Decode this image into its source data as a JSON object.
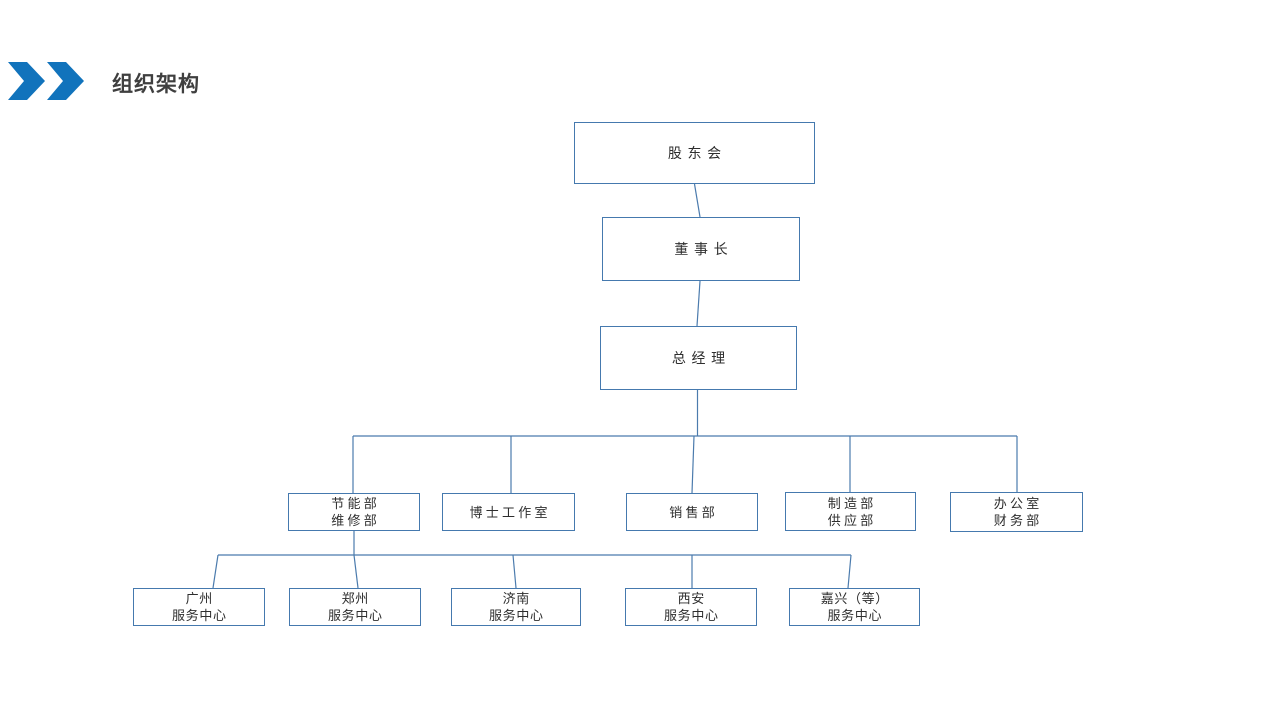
{
  "slide": {
    "title": "组织架构"
  },
  "colors": {
    "chevron_blue": "#1173bc",
    "box_border": "#4579ae",
    "connector_line": "#4b7bad",
    "title_text": "#3f3f3f",
    "node_text": "#2e2e2e",
    "background": "#ffffff"
  },
  "org_chart": {
    "nodes": {
      "shareholders": {
        "label": "股东会"
      },
      "chairman": {
        "label": "董事长"
      },
      "general_manager": {
        "label": "总经理"
      },
      "dept_energy_maintenance": {
        "line1": "节能部",
        "line2": "维修部"
      },
      "dept_doctor_studio": {
        "label": "博士工作室"
      },
      "dept_sales": {
        "label": "销售部"
      },
      "dept_manufacturing_supply": {
        "line1": "制造部",
        "line2": "供应部"
      },
      "dept_office_finance": {
        "line1": "办公室",
        "line2": "财务部"
      },
      "sc_guangzhou": {
        "line1": "广州",
        "line2": "服务中心"
      },
      "sc_zhengzhou": {
        "line1": "郑州",
        "line2": "服务中心"
      },
      "sc_jinan": {
        "line1": "济南",
        "line2": "服务中心"
      },
      "sc_xian": {
        "line1": "西安",
        "line2": "服务中心"
      },
      "sc_jiaxing": {
        "line1": "嘉兴（等）",
        "line2": "服务中心"
      }
    },
    "edges": [
      {
        "parent": "shareholders",
        "child": "chairman"
      },
      {
        "parent": "chairman",
        "child": "general_manager"
      },
      {
        "parent": "general_manager",
        "child": "dept_energy_maintenance"
      },
      {
        "parent": "general_manager",
        "child": "dept_doctor_studio"
      },
      {
        "parent": "general_manager",
        "child": "dept_sales"
      },
      {
        "parent": "general_manager",
        "child": "dept_manufacturing_supply"
      },
      {
        "parent": "general_manager",
        "child": "dept_office_finance"
      },
      {
        "parent": "dept_energy_maintenance",
        "child": "sc_guangzhou"
      },
      {
        "parent": "dept_energy_maintenance",
        "child": "sc_zhengzhou"
      },
      {
        "parent": "dept_energy_maintenance",
        "child": "sc_jinan"
      },
      {
        "parent": "dept_energy_maintenance",
        "child": "sc_xian"
      },
      {
        "parent": "dept_energy_maintenance",
        "child": "sc_jiaxing"
      }
    ]
  }
}
